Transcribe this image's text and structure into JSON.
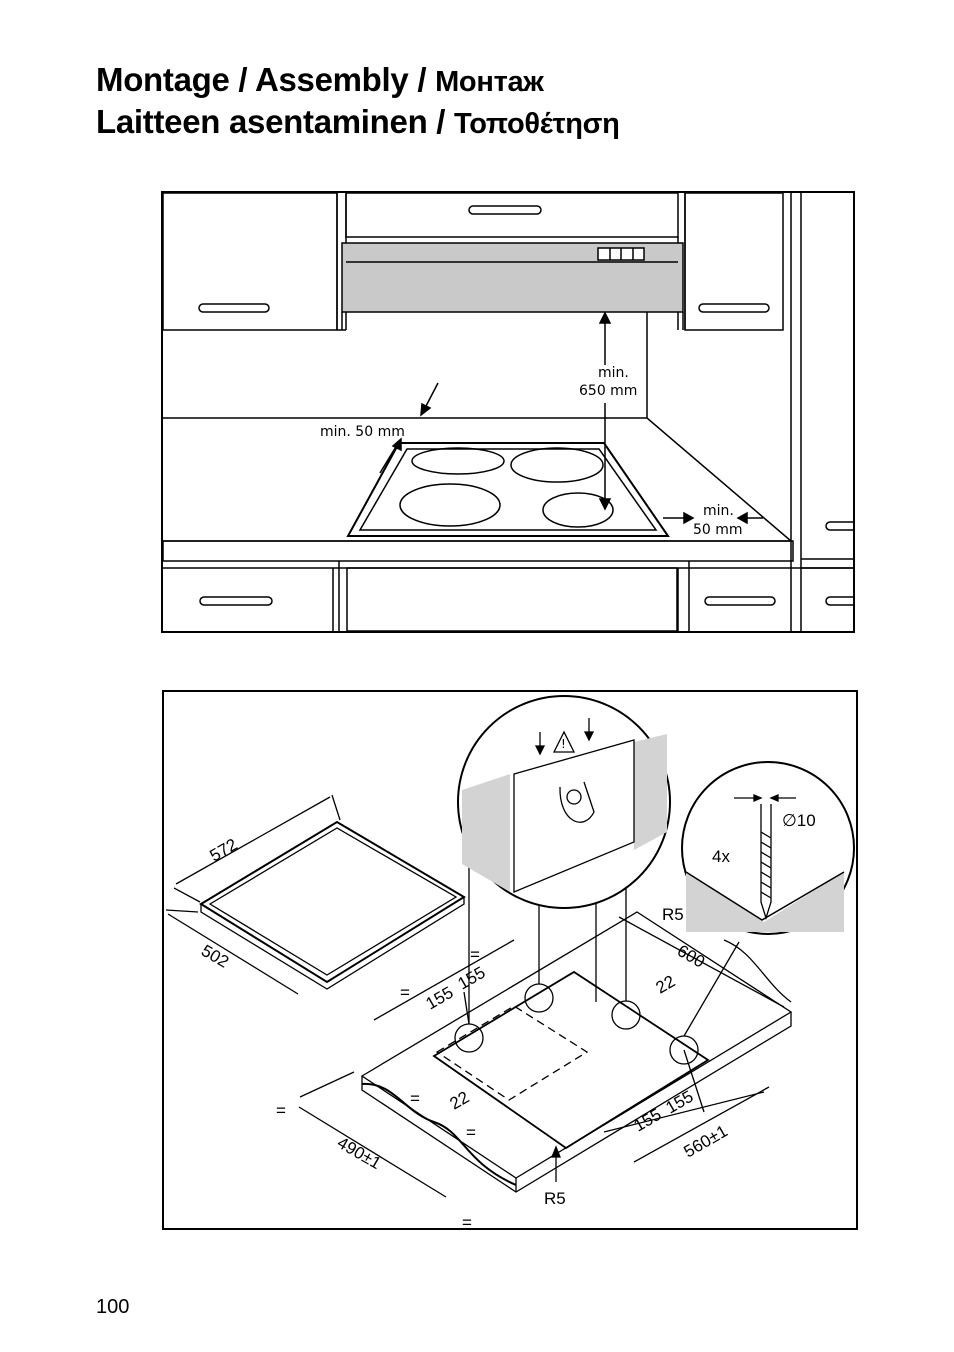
{
  "heading": {
    "line1_latin": "Montage / Assembly /",
    "line1_cyrillic": "Монтаж",
    "line2_latin": "Laitteen asentaminen /",
    "line2_greek": "Τοποθέτηση"
  },
  "figure_kitchen": {
    "label_hood_clearance_1": "min.",
    "label_hood_clearance_2": "650 mm",
    "label_back_clearance": "min. 50 mm",
    "label_side_clearance_1": "min.",
    "label_side_clearance_2": "50 mm"
  },
  "figure_cutout": {
    "hob_width": "572",
    "hob_depth": "502",
    "counter_depth": "600",
    "radius_top": "R5",
    "radius_bottom": "R5",
    "screw_qty": "4x",
    "screw_diameter": "∅10",
    "spacing_a": "155",
    "spacing_b": "155",
    "spacing_c": "155",
    "spacing_d": "155",
    "edge_22_right": "22",
    "edge_22_front": "22",
    "equal_sign": "=",
    "cutout_depth": "490",
    "cutout_depth_tol": "±1",
    "cutout_width": "560",
    "cutout_width_tol": "±1"
  },
  "footer": {
    "page_number": "100"
  }
}
